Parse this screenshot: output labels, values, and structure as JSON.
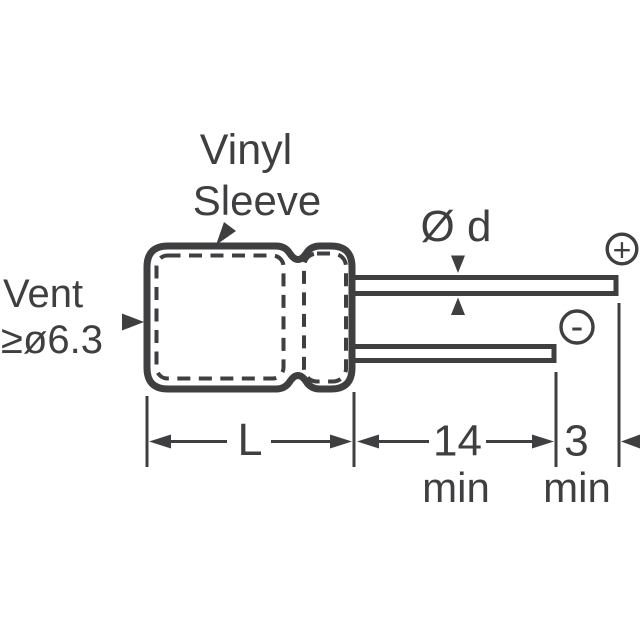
{
  "figure": {
    "background_color": "#ffffff",
    "line_color": "#3f3f41",
    "labels": {
      "sleeve_line1": "Vinyl",
      "sleeve_line2": "Sleeve",
      "vent_line1": "Vent",
      "vent_line2": "≥ø6.3",
      "lead_diameter": "Ø d",
      "polarity_positive": "+",
      "polarity_negative": "-"
    },
    "dimensions": {
      "body_length_label": "L",
      "lead_length_value": "14",
      "lead_length_unit": "min",
      "lead_protrusion_value": "3",
      "lead_protrusion_unit": "min"
    }
  }
}
